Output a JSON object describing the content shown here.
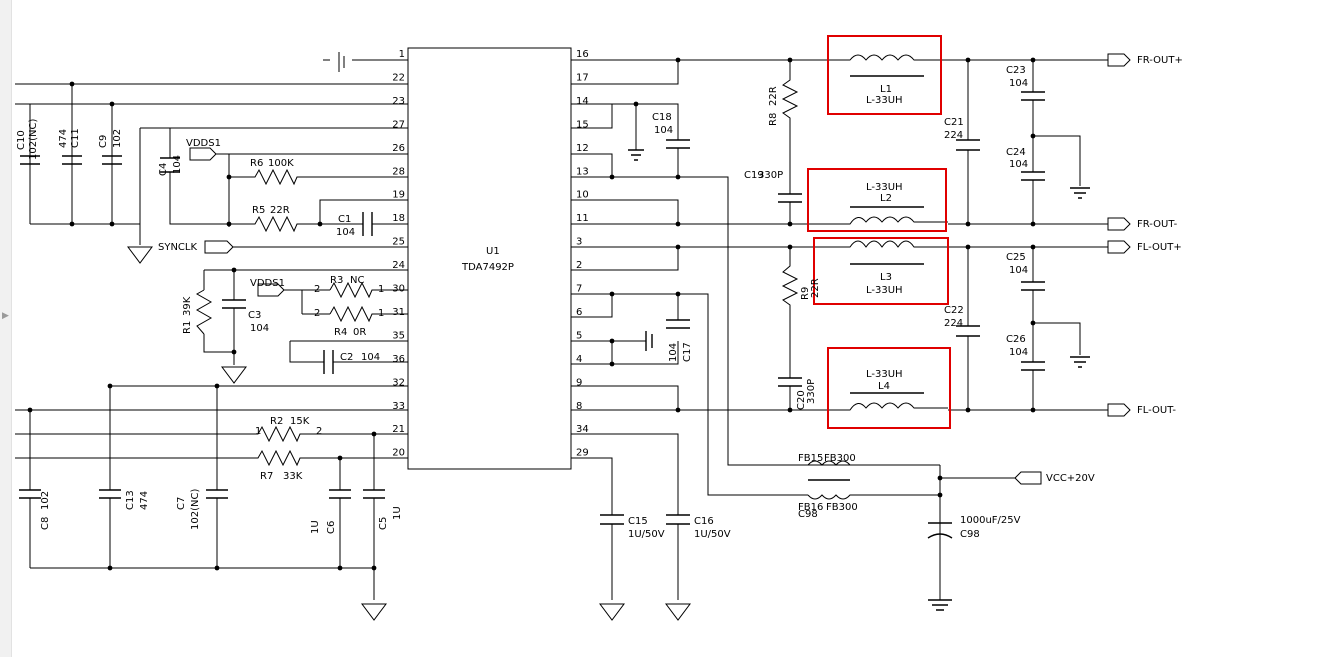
{
  "ic": {
    "ref": "U1",
    "part": "TDA7492P"
  },
  "pins_left": [
    "1",
    "22",
    "23",
    "27",
    "26",
    "28",
    "19",
    "18",
    "25",
    "24",
    "30",
    "31",
    "35",
    "36",
    "32",
    "33",
    "21",
    "20"
  ],
  "pins_right": [
    "16",
    "17",
    "14",
    "15",
    "12",
    "13",
    "10",
    "11",
    "3",
    "2",
    "7",
    "6",
    "5",
    "4",
    "9",
    "8",
    "34",
    "29"
  ],
  "ports": {
    "fr_pos": "FR-OUT+",
    "fr_neg": "FR-OUT-",
    "fl_pos": "FL-OUT+",
    "fl_neg": "FL-OUT-",
    "vcc": "VCC+20V",
    "synclk": "SYNCLK",
    "vdds_a": "VDDS1",
    "vdds_b": "VDDS1"
  },
  "inductors": {
    "l1": {
      "ref": "L1",
      "value": "L-33UH"
    },
    "l2": {
      "ref": "L2",
      "value": "L-33UH"
    },
    "l3": {
      "ref": "L3",
      "value": "L-33UH"
    },
    "l4": {
      "ref": "L4",
      "value": "L-33UH"
    }
  },
  "labels": {
    "c10": "C10",
    "c10v": "102(NC)",
    "c11": "C11",
    "c11v": "474",
    "c9": "C9",
    "c9v": "102",
    "c4": "C4",
    "c4v": "104",
    "r6": "R6",
    "r6v": "100K",
    "r5": "R5",
    "r5v": "22R",
    "c1": "C1",
    "c1v": "104",
    "r1": "R1",
    "r1v": "39K",
    "c3": "C3",
    "c3v": "104",
    "r3": "R3",
    "r3v": "NC",
    "r4": "R4",
    "r4v": "0R",
    "c2": "C2",
    "c2v": "104",
    "r2": "R2",
    "r2v": "15K",
    "r7": "R7",
    "r7v": "33K",
    "c8": "C8",
    "c8v": "102",
    "c13": "C13",
    "c13v": "474",
    "c7": "C7",
    "c7v": "102(NC)",
    "c6": "C6",
    "c6v": "1U",
    "c5": "C5",
    "c5v": "1U",
    "c18": "C18",
    "c18v": "104",
    "c17": "C17",
    "c17v": "104",
    "c15": "C15",
    "c15v": "1U/50V",
    "c16": "C16",
    "c16v": "1U/50V",
    "r8": "R8",
    "r8v": "22R",
    "c19": "C19",
    "c19v": "330P",
    "r9": "R9",
    "r9v": "22R",
    "c20": "C20",
    "c20v": "330P",
    "c21": "C21",
    "c21v": "224",
    "c22": "C22",
    "c22v": "224",
    "c23": "C23",
    "c23v": "104",
    "c24": "C24",
    "c24v": "104",
    "c25": "C25",
    "c25v": "104",
    "c26": "C26",
    "c26v": "104",
    "fb15": "FB15",
    "fb15v": "FB300",
    "fb16": "FB16",
    "fb16v": "FB300",
    "c98": "C98",
    "c98v": "1000uF/25V",
    "n1": "1",
    "n2": "2"
  },
  "colors": {
    "wire": "#000000",
    "highlight": "#e00000"
  }
}
